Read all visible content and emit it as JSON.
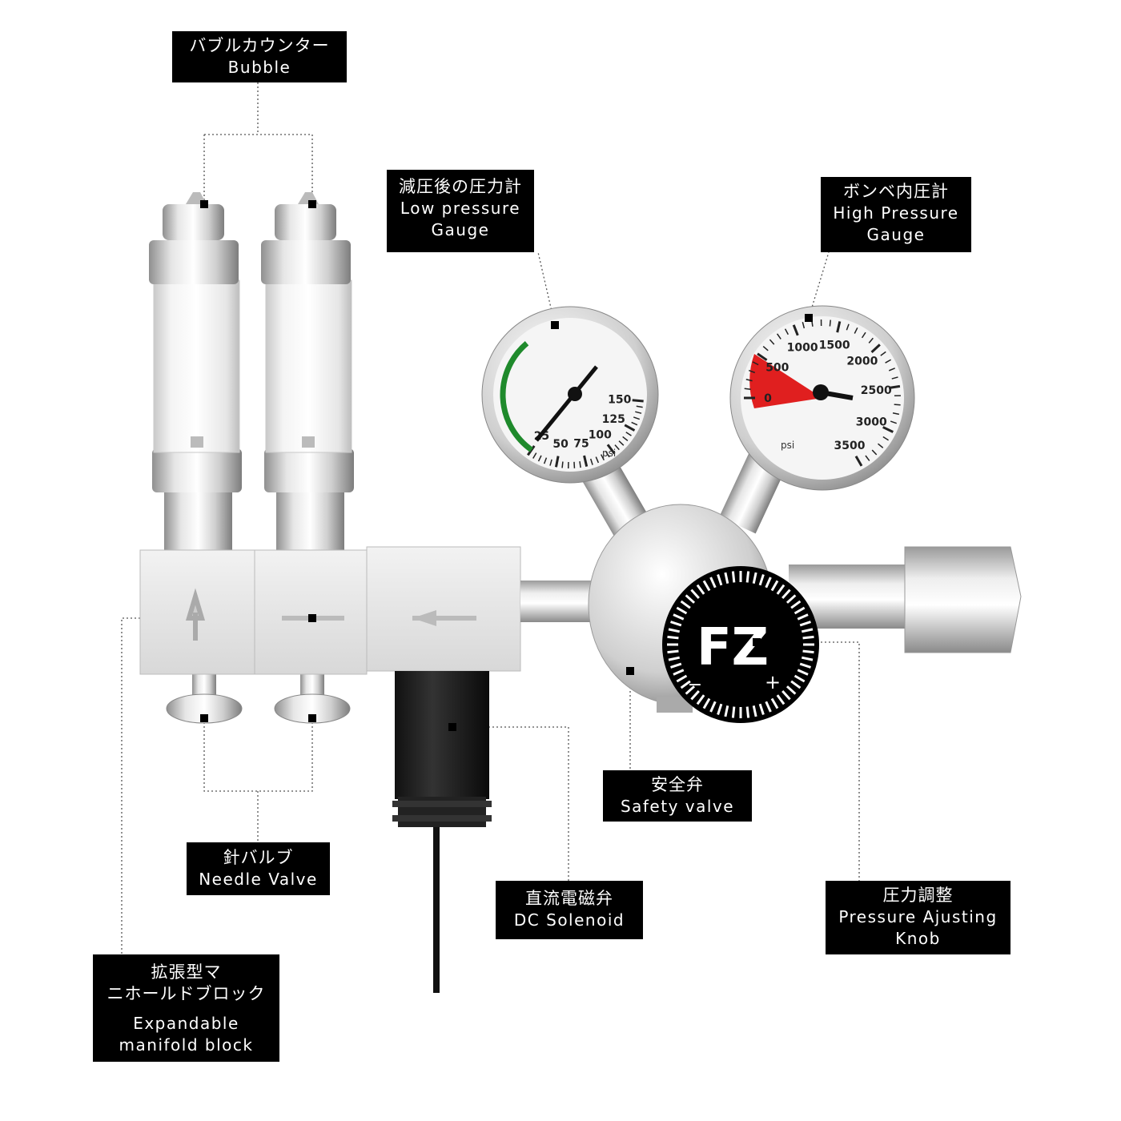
{
  "labels": {
    "bubble": {
      "jp": "バブルカウンター",
      "en": "Bubble"
    },
    "low_gauge": {
      "jp": "減圧後の圧力計",
      "en1": "Low pressure",
      "en2": "Gauge"
    },
    "high_gauge": {
      "jp": "ボンベ内圧計",
      "en1": "High Pressure",
      "en2": "Gauge"
    },
    "safety": {
      "jp": "安全弁",
      "en": "Safety valve"
    },
    "needle": {
      "jp": "針バルブ",
      "en": "Needle Valve"
    },
    "solenoid": {
      "jp": "直流電磁弁",
      "en": "DC Solenoid"
    },
    "knob": {
      "jp": "圧力調整",
      "en1": "Pressure Ajusting",
      "en2": "Knob"
    },
    "manifold": {
      "jp1": "拡張型マ",
      "jp2": "ニホールドブロック",
      "en1": "Expandable",
      "en2": "manifold block"
    }
  },
  "low_gauge_face": {
    "ticks": [
      "25",
      "50",
      "75",
      "100",
      "125",
      "150"
    ],
    "unit": "psi"
  },
  "high_gauge_face": {
    "ticks": [
      "0",
      "500",
      "1000",
      "1500",
      "2000",
      "2500",
      "3000",
      "3500"
    ],
    "unit": "psi"
  },
  "knob_face": {
    "logo": "FZ",
    "minus": "−",
    "plus": "+"
  }
}
